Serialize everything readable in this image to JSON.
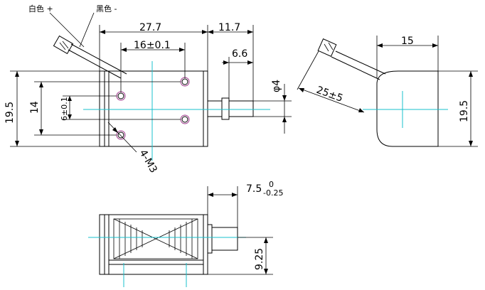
{
  "labels": {
    "white_wire": "白色 +",
    "black_wire": "黑色 -",
    "thread": "4-M3"
  },
  "dimensions": {
    "length": "27.7",
    "plunger_ext": "11.7",
    "hole_spacing": "16±0.1",
    "plunger_tip": "6.6",
    "plunger_dia": "φ4",
    "height_left": "19.5",
    "hole_pitch_v": "14",
    "hole_offset": "6±0.1",
    "side_width": "15",
    "wire_length": "25±5",
    "height_right": "19.5",
    "stroke": "7.5",
    "stroke_tol_upper": "0",
    "stroke_tol_lower": "-0.25",
    "center_height": "9.25"
  },
  "colors": {
    "centerline": "#19c1cc",
    "hole": "#a23a8f",
    "line": "#000000"
  }
}
